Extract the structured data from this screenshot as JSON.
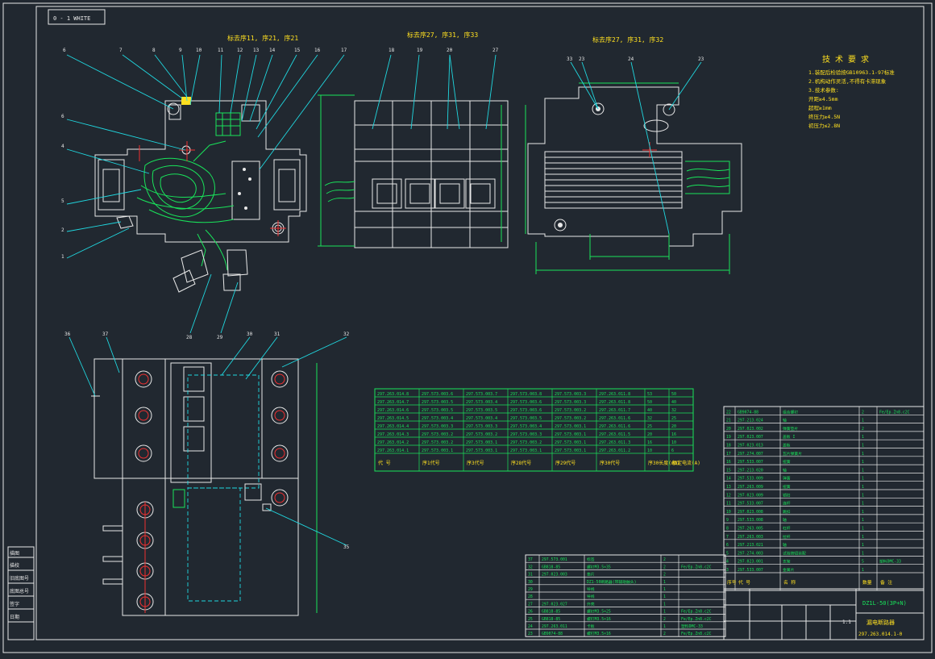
{
  "title_block": {
    "corner_code": "0 - 1 WHITE",
    "view_title_1": "标去序11, 序21, 序21",
    "view_title_2": "标去序27, 序31, 序33",
    "view_title_3": "标去序27, 序31, 序32",
    "tech_title": "技 术 要 求",
    "tech_notes": [
      "1.装配后检验按GB10963.1-97标准",
      "2.机构动作灵活,不得有卡滞现象",
      "3.技术参数:",
      "  开距≥4.5mm",
      "  超程≥1mm",
      "  终压力≥4.5N",
      "  初压力≤2.8N"
    ],
    "product_model": "DZ1L-50(3P+N)",
    "product_name": "漏电断路器",
    "drawing_no": "297.263.014.1-0",
    "scale": "1:1",
    "left_labels": [
      "描图",
      "描校",
      "旧底图号",
      "底图总号",
      "签字",
      "日期"
    ]
  },
  "balloons_top": [
    "6",
    "7",
    "8",
    "9",
    "10",
    "11",
    "12",
    "13",
    "14",
    "15",
    "16",
    "17",
    "18",
    "19",
    "20",
    "27"
  ],
  "balloons_left": [
    "6",
    "4",
    "5",
    "2",
    "1"
  ],
  "balloons_mid": [
    "33",
    "23",
    "24",
    "23"
  ],
  "balloons_bottom": [
    "36",
    "37",
    "30",
    "31",
    "32",
    "28",
    "29",
    "35"
  ],
  "green_table": {
    "headers": [
      "代 号",
      "序1代号",
      "序3代号",
      "序28代号",
      "序29代号",
      "序30代号",
      "序30长度(mm)",
      "额定电流(A)"
    ],
    "rows": [
      [
        "297.263.014.8",
        "297.573.003.6",
        "297.573.003.7",
        "297.573.003.8",
        "297.573.003.3",
        "297.263.011.8",
        "53",
        "50"
      ],
      [
        "297.263.014.7",
        "297.573.003.5",
        "297.573.003.4",
        "297.573.003.6",
        "297.573.003.3",
        "297.263.011.8",
        "50",
        "40"
      ],
      [
        "297.263.014.6",
        "297.573.003.5",
        "297.573.003.5",
        "297.573.003.6",
        "297.573.003.2",
        "297.263.011.7",
        "40",
        "32"
      ],
      [
        "297.263.014.5",
        "297.573.003.4",
        "297.573.003.4",
        "297.573.003.5",
        "297.573.003.2",
        "297.263.011.6",
        "32",
        "25"
      ],
      [
        "297.263.014.4",
        "297.573.003.3",
        "297.573.003.3",
        "297.573.003.4",
        "297.573.003.1",
        "297.263.011.6",
        "25",
        "20"
      ],
      [
        "297.263.014.3",
        "297.573.003.2",
        "297.573.003.2",
        "297.573.003.3",
        "297.573.003.1",
        "297.263.011.5",
        "20",
        "16"
      ],
      [
        "297.263.014.2",
        "297.573.003.2",
        "297.573.003.1",
        "297.573.003.2",
        "297.573.003.1",
        "297.263.011.3",
        "16",
        "10"
      ],
      [
        "297.263.014.1",
        "297.573.003.1",
        "297.573.003.1",
        "297.573.003.1",
        "297.573.003.1",
        "297.263.011.2",
        "10",
        "6"
      ]
    ]
  },
  "parts_table": {
    "headers": [
      "序号",
      "代 号",
      "名 称",
      "数量",
      "备 注"
    ],
    "rows": [
      [
        "22",
        "GB9074-88",
        "组合螺钉",
        "2",
        "Fe/Ep.Zn8.c2C"
      ],
      [
        "21",
        "297.213.024",
        "轴",
        "1",
        ""
      ],
      [
        "20",
        "297.023.002",
        "弹簧垫片",
        "2",
        ""
      ],
      [
        "19",
        "297.023.007",
        "盖板 I",
        "1",
        ""
      ],
      [
        "18",
        "297.023.013",
        "盖板",
        "1",
        ""
      ],
      [
        "17",
        "297.274.007",
        "瓦片弹簧片",
        "1",
        ""
      ],
      [
        "16",
        "297.533.007",
        "扭簧",
        "1",
        ""
      ],
      [
        "15",
        "297.213.020",
        "轴",
        "1",
        ""
      ],
      [
        "14",
        "297.533.009",
        "弹簧",
        "1",
        ""
      ],
      [
        "13",
        "297.263.009",
        "扭簧",
        "1",
        ""
      ],
      [
        "12",
        "297.023.009",
        "锁扣",
        "1",
        ""
      ],
      [
        "11",
        "297.533.007",
        "连杆",
        "1",
        ""
      ],
      [
        "10",
        "297.023.008",
        "跳扣",
        "1",
        ""
      ],
      [
        "9",
        "297.533.008",
        "轴",
        "1",
        ""
      ],
      [
        "8",
        "297.263.005",
        "杠杆",
        "1",
        ""
      ],
      [
        "7",
        "297.263.003",
        "拉杆",
        "1",
        ""
      ],
      [
        "6",
        "297.213.021",
        "轴",
        "1",
        ""
      ],
      [
        "5",
        "297.274.003",
        "试验按钮装配",
        "1",
        ""
      ],
      [
        "4",
        "297.023.001",
        "支架",
        "5",
        "塑料DMC-33"
      ],
      [
        "3",
        "297.533.007",
        "金属片",
        "1",
        ""
      ]
    ]
  },
  "lower_table": {
    "rows": [
      [
        "37",
        "297.573.001",
        "标签",
        "2",
        ""
      ],
      [
        "32",
        "GB818-85",
        "螺钉M3.5×35",
        "2",
        "Fe/Ep.Zn8.c2C"
      ],
      [
        "31",
        "297.023.003",
        "垫片",
        "2",
        ""
      ],
      [
        "30",
        "",
        "DZ1-50断路器(带辅助触头)",
        "1",
        ""
      ],
      [
        "29",
        "",
        "导线",
        "1",
        ""
      ],
      [
        "28",
        "",
        "导线",
        "1",
        ""
      ],
      [
        "27",
        "297.023.027",
        "外壳",
        "1",
        ""
      ],
      [
        "26",
        "GB818-85",
        "螺钉M3.5×25",
        "1",
        "Fe/Ep.Zn8.c2C"
      ],
      [
        "25",
        "GB818-85",
        "螺钉M3.5×16",
        "2",
        "Fe/Ep.Zn8.c2C"
      ],
      [
        "24",
        "297.263.011",
        "卡板",
        "1",
        "塑料DMC-33"
      ],
      [
        "23",
        "GB9074-88",
        "螺钉M3.5×16",
        "2",
        "Fe/Ep.Zn8.c2C"
      ]
    ]
  }
}
